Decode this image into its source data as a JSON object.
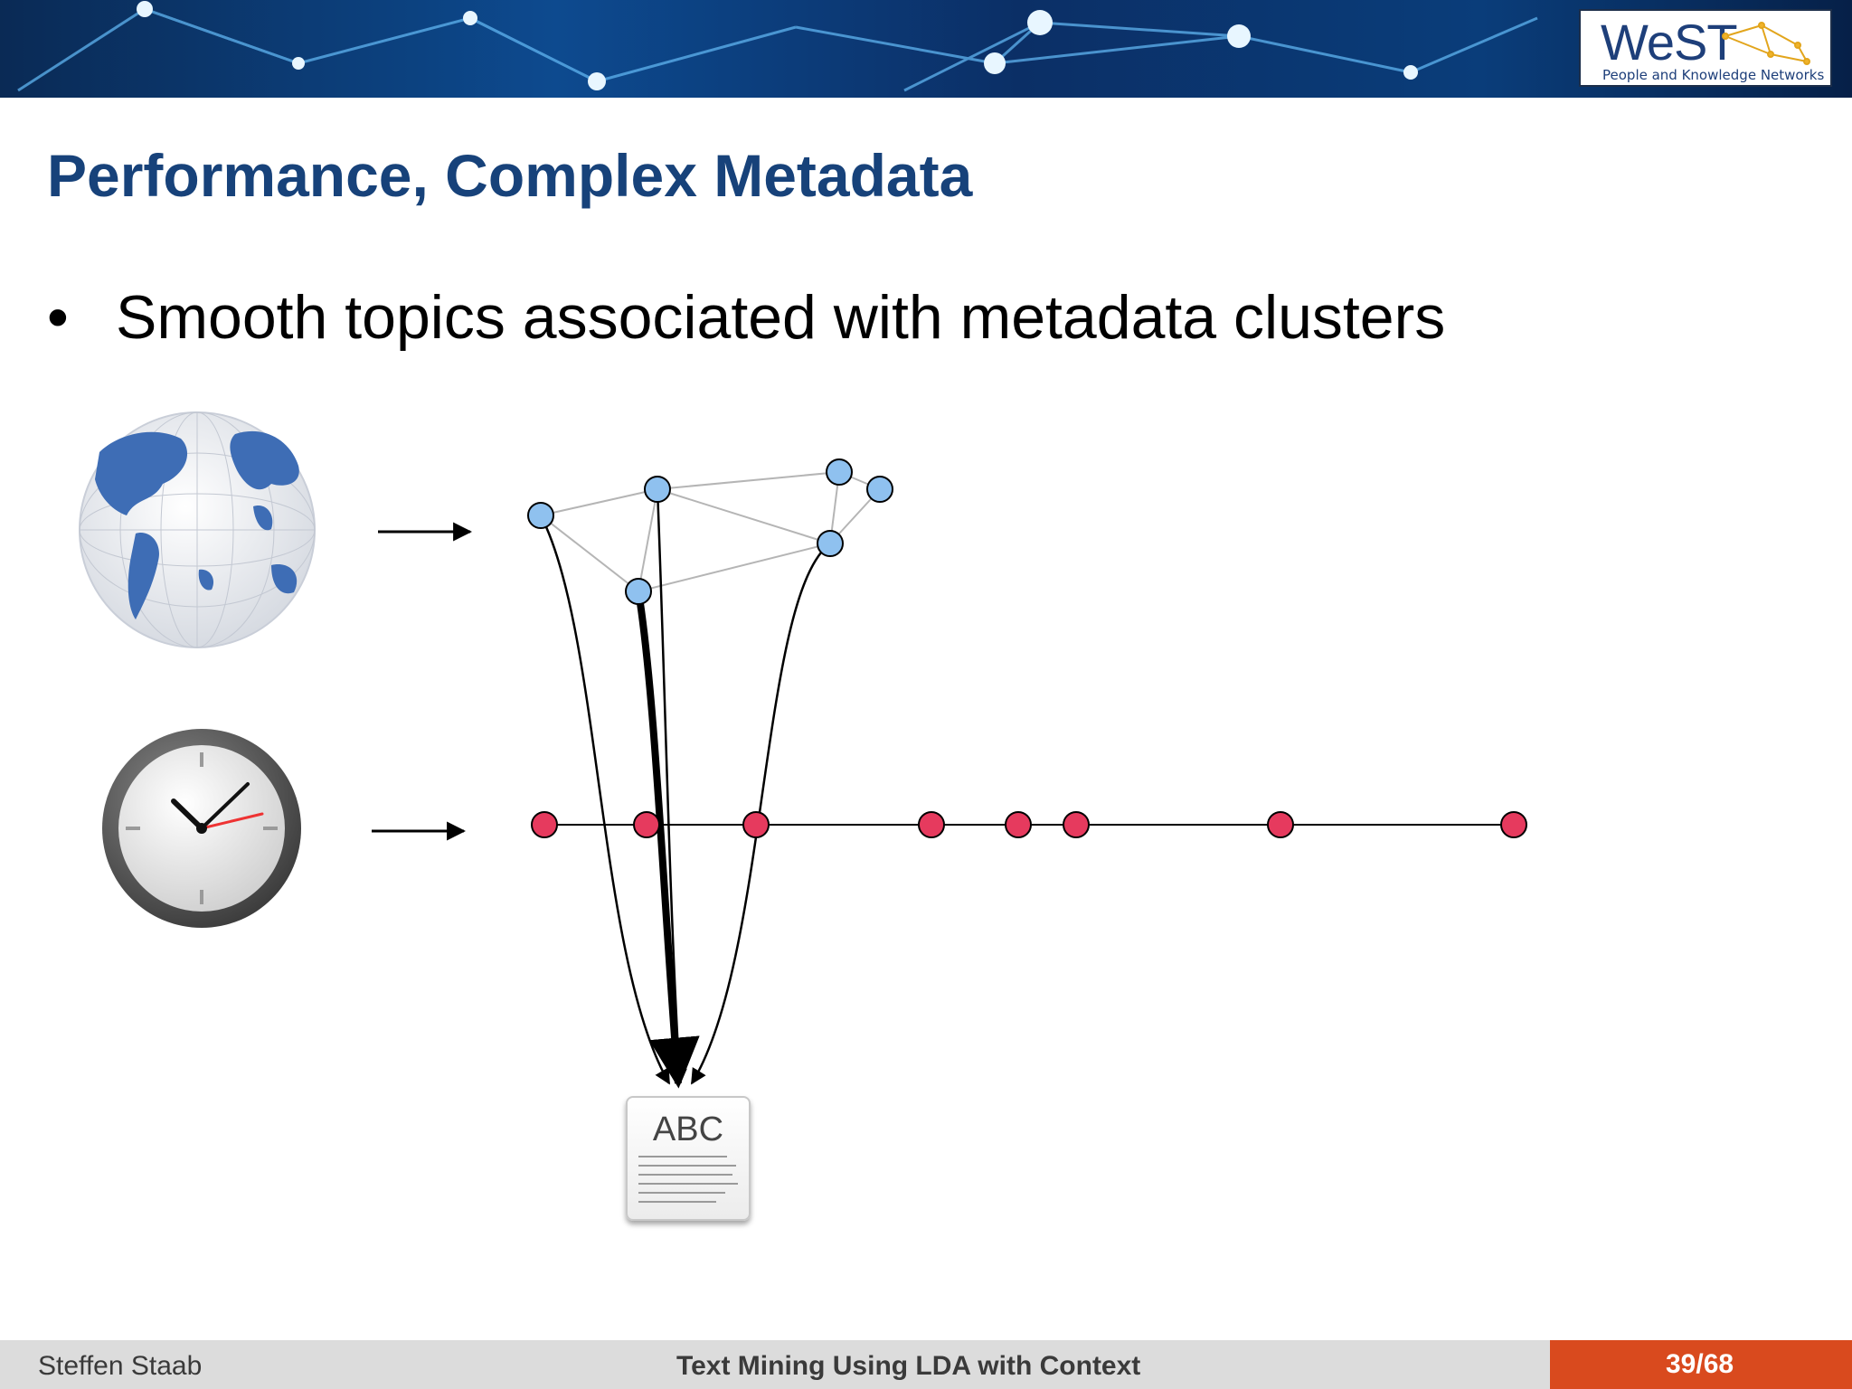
{
  "logo": {
    "word": "WeST",
    "subtitle": "People and Knowledge Networks"
  },
  "slide": {
    "title": "Performance, Complex Metadata",
    "bullet": "Smooth topics associated with metadata clusters"
  },
  "document_icon": {
    "label": "ABC"
  },
  "footer": {
    "author": "Steffen Staab",
    "title": "Text Mining Using LDA with Context",
    "page": "39/68"
  },
  "icons": [
    "globe-icon",
    "clock-icon",
    "document-icon"
  ],
  "colors": {
    "title_blue": "#17427a",
    "geo_node": "#8fc1ef",
    "time_node": "#e63a5e",
    "footer_accent": "#d94a1e"
  }
}
